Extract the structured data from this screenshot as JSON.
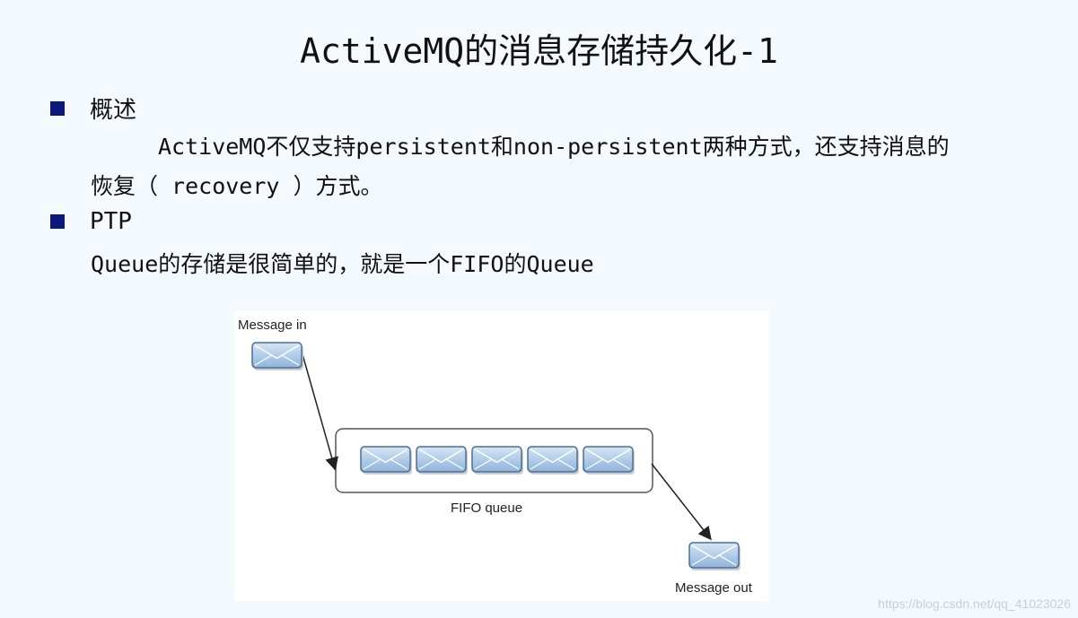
{
  "title": "ActiveMQ的消息存储持久化-1",
  "sections": [
    {
      "heading": "概述",
      "lines": [
        "ActiveMQ不仅支持persistent和non-persistent两种方式，还支持消息的",
        "恢复（ recovery ）方式。"
      ]
    },
    {
      "heading": "PTP",
      "lines": [
        "Queue的存储是很简单的，就是一个FIFO的Queue"
      ]
    }
  ],
  "figure": {
    "message_in": "Message in",
    "fifo_queue": "FIFO queue",
    "message_out": "Message out",
    "queue_message_count": 5
  },
  "watermark": "https://blog.csdn.net/qq_41023026",
  "colors": {
    "bullet": "#0b1a78",
    "background": "#f3f9fd",
    "envelope_fill": "#a9c8e6",
    "envelope_stroke": "#4e6f92"
  }
}
